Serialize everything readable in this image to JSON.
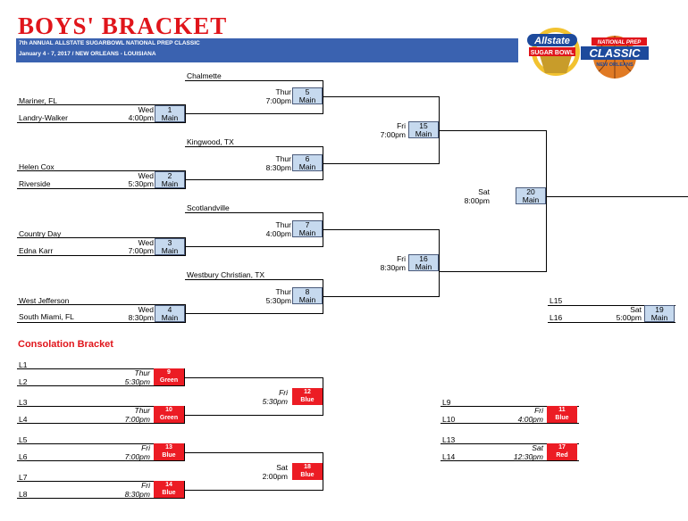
{
  "header": {
    "title": "BOYS' BRACKET",
    "line1": "7th ANNUAL ALLSTATE SUGARBOWL NATIONAL PREP CLASSIC",
    "line2": "January 4 - 7, 2017 /  NEW ORLEANS - LOUISIANA"
  },
  "logo": {
    "brand": "Allstate",
    "sub": "SUGAR BOWL",
    "tag1": "NATIONAL PREP",
    "tag2": "CLASSIC",
    "tag3": "NEW ORLEANS"
  },
  "teams": {
    "chalmette": "Chalmette",
    "mariner": "Mariner, FL",
    "landry": "Landry-Walker",
    "kingwood": "Kingwood, TX",
    "helen": "Helen Cox",
    "riverside": "Riverside",
    "scotlandville": "Scotlandville",
    "country": "Country Day",
    "edna": "Edna Karr",
    "westbury": "Westbury Christian, TX",
    "westjeff": "West Jefferson",
    "southmiami": "South Miami, FL"
  },
  "games": {
    "g1": {
      "day": "Wed",
      "time": "4:00pm",
      "num": "1",
      "court": "Main"
    },
    "g2": {
      "day": "Wed",
      "time": "5:30pm",
      "num": "2",
      "court": "Main"
    },
    "g3": {
      "day": "Wed",
      "time": "7:00pm",
      "num": "3",
      "court": "Main"
    },
    "g4": {
      "day": "Wed",
      "time": "8:30pm",
      "num": "4",
      "court": "Main"
    },
    "g5": {
      "day": "Thur",
      "time": "7:00pm",
      "num": "5",
      "court": "Main"
    },
    "g6": {
      "day": "Thur",
      "time": "8:30pm",
      "num": "6",
      "court": "Main"
    },
    "g7": {
      "day": "Thur",
      "time": "4:00pm",
      "num": "7",
      "court": "Main"
    },
    "g8": {
      "day": "Thur",
      "time": "5:30pm",
      "num": "8",
      "court": "Main"
    },
    "g15": {
      "day": "Fri",
      "time": "7:00pm",
      "num": "15",
      "court": "Main"
    },
    "g16": {
      "day": "Fri",
      "time": "8:30pm",
      "num": "16",
      "court": "Main"
    },
    "g20": {
      "day": "Sat",
      "time": "8:00pm",
      "num": "20",
      "court": "Main"
    },
    "g19": {
      "day": "Sat",
      "time": "5:00pm",
      "num": "19",
      "court": "Main",
      "top": "L15",
      "bottom": "L16"
    }
  },
  "consolation": {
    "title": "Consolation Bracket",
    "labels": {
      "l1": "L1",
      "l2": "L2",
      "l3": "L3",
      "l4": "L4",
      "l5": "L5",
      "l6": "L6",
      "l7": "L7",
      "l8": "L8",
      "l9": "L9",
      "l10": "L10",
      "l13": "L13",
      "l14": "L14"
    },
    "c9": {
      "day": "Thur",
      "time": "5:30pm",
      "num": "9",
      "court": "Green"
    },
    "c10": {
      "day": "Thur",
      "time": "7:00pm",
      "num": "10",
      "court": "Green"
    },
    "c13": {
      "day": "Fri",
      "time": "7:00pm",
      "num": "13",
      "court": "Blue"
    },
    "c14": {
      "day": "Fri",
      "time": "8:30pm",
      "num": "14",
      "court": "Blue"
    },
    "c12": {
      "day": "Fri",
      "time": "5:30pm",
      "num": "12",
      "court": "Blue"
    },
    "c18": {
      "day": "Sat",
      "time": "2:00pm",
      "num": "18",
      "court": "Blue"
    },
    "c11": {
      "day": "Fri",
      "time": "4:00pm",
      "num": "11",
      "court": "Blue"
    },
    "c17": {
      "day": "Sat",
      "time": "12:30pm",
      "num": "17",
      "court": "Red"
    }
  },
  "colors": {
    "title": "#e0151b",
    "banner": "#3a62b0",
    "box": "#c6d9ee",
    "redbox": "#ec1c24"
  }
}
